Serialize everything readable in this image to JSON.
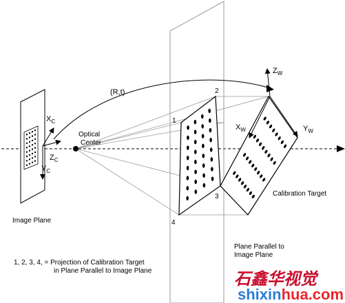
{
  "labels": {
    "rt": "(R,t)",
    "optical_center_1": "Optical",
    "optical_center_2": "Center",
    "image_plane": "Image Plane",
    "calibration_target": "Calibration Target",
    "plane_parallel_1": "Plane Parallel to",
    "plane_parallel_2": "Image Plane",
    "note_1": "1, 2, 3, 4, = Projection of Calibration Target",
    "note_2": "in Plane Parallel to Image Plane",
    "corner_1": "1",
    "corner_2": "2",
    "corner_3": "3",
    "corner_4": "4"
  },
  "axes": {
    "camera": {
      "xc_main": "X",
      "xc_sub": "C",
      "yc_main": "Y",
      "yc_sub": "C",
      "zc_main": "Z",
      "zc_sub": "C"
    },
    "world": {
      "zw_main": "Z",
      "zw_sub": "W",
      "xw_main": "X",
      "xw_sub": "W",
      "yw_main": "Y",
      "yw_sub": "W"
    }
  },
  "watermark": {
    "chinese": "石鑫华视觉",
    "url_a": "shixin",
    "url_b": "hua.com"
  },
  "colors": {
    "line": "#000000",
    "ray": "#9a9a9a",
    "watermark_red": "#c8102e",
    "watermark_blue": "#2a7fd4"
  }
}
